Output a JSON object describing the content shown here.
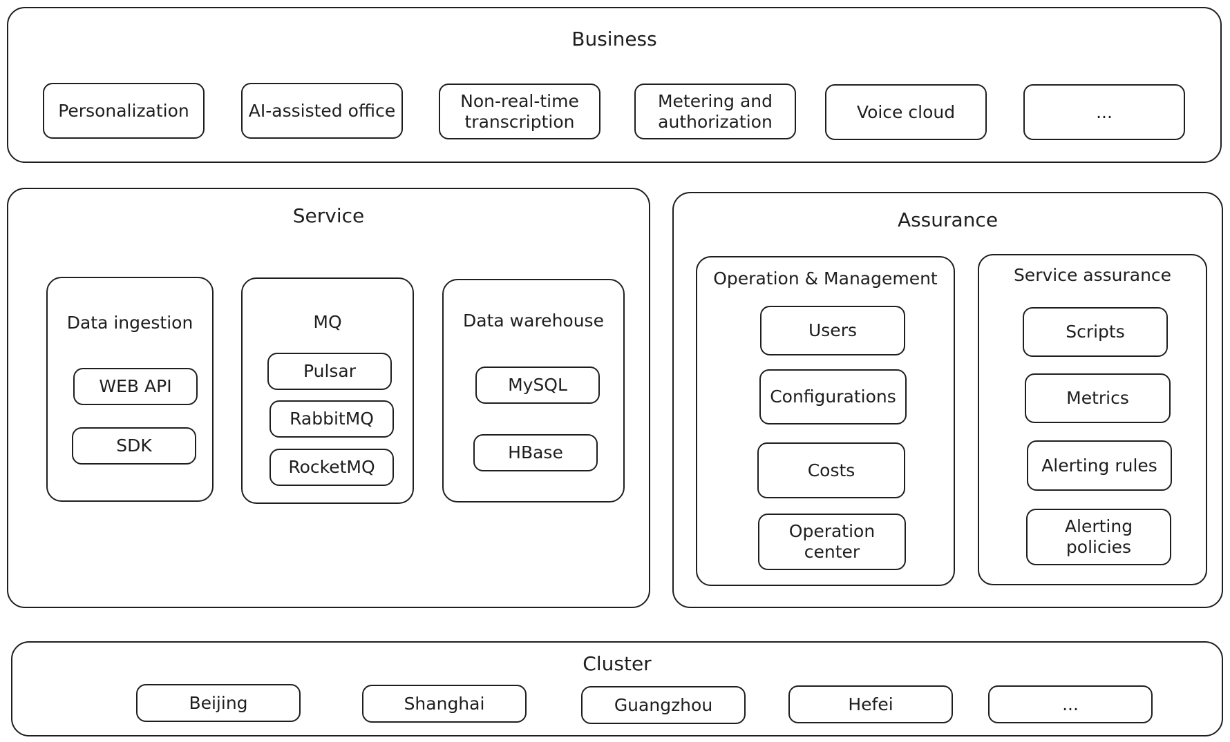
{
  "business": {
    "title": "Business",
    "items": [
      "Personalization",
      "AI-assisted office",
      "Non-real-time transcription",
      "Metering and authorization",
      "Voice cloud",
      "..."
    ]
  },
  "service": {
    "title": "Service",
    "data_ingestion": {
      "title": "Data ingestion",
      "items": [
        "WEB API",
        "SDK"
      ]
    },
    "mq": {
      "title": "MQ",
      "items": [
        "Pulsar",
        "RabbitMQ",
        "RocketMQ"
      ]
    },
    "data_warehouse": {
      "title": "Data warehouse",
      "items": [
        "MySQL",
        "HBase"
      ]
    }
  },
  "assurance": {
    "title": "Assurance",
    "operation_management": {
      "title": "Operation & Management",
      "items": [
        "Users",
        "Configurations",
        "Costs",
        "Operation center"
      ]
    },
    "service_assurance": {
      "title": "Service assurance",
      "items": [
        "Scripts",
        "Metrics",
        "Alerting rules",
        "Alerting policies"
      ]
    }
  },
  "cluster": {
    "title": "Cluster",
    "items": [
      "Beijing",
      "Shanghai",
      "Guangzhou",
      "Hefei",
      "..."
    ]
  }
}
